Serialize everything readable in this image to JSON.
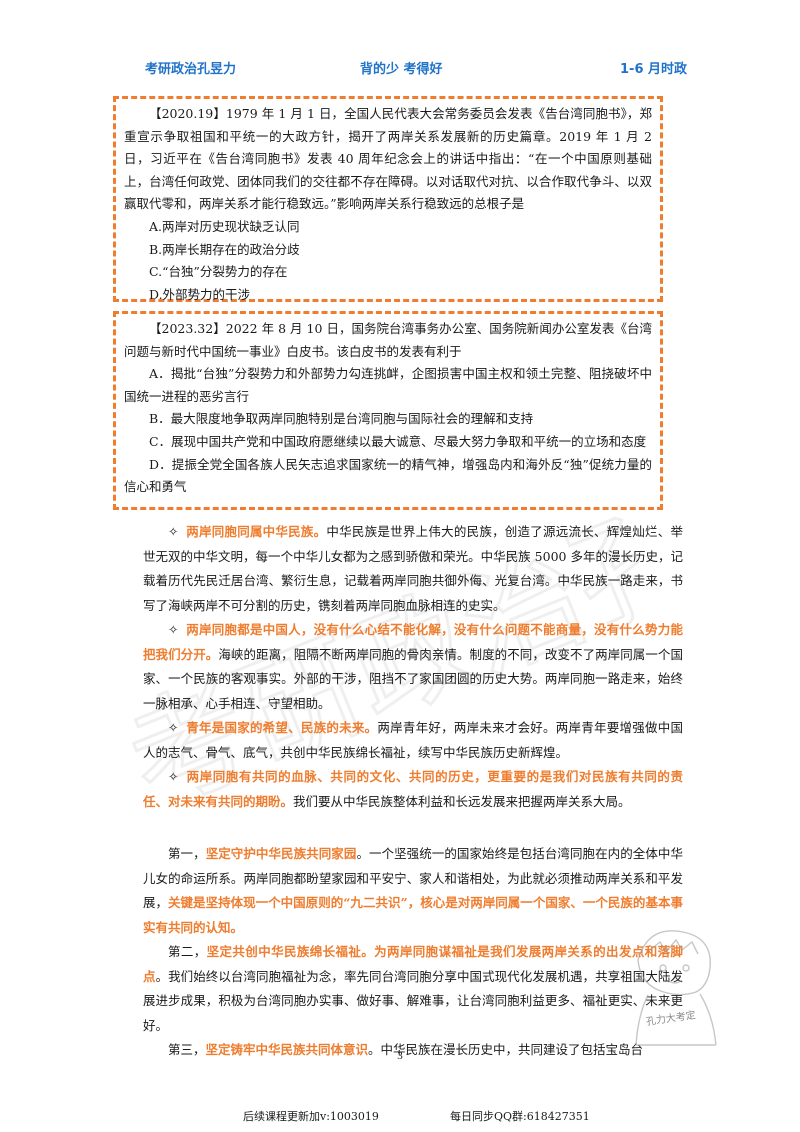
{
  "header": {
    "left": "考研政治孔昱力",
    "center": "背的少 考得好",
    "right": "1-6 月时政"
  },
  "q1": {
    "stem": "【2020.19】1979 年 1 月 1 日，全国人民代表大会常务委员会发表《告台湾同胞书》，郑重宣示争取祖国和平统一的大政方针，揭开了两岸关系发展新的历史篇章。2019 年 1 月 2 日，习近平在《告台湾同胞书》发表 40 周年纪念会上的讲话中指出：“在一个中国原则基础上，台湾任何政党、团体同我们的交往都不存在障碍。以对话取代对抗、以合作取代争斗、以双赢取代零和，两岸关系才能行稳致远。”影响两岸关系行稳致远的总根子是",
    "options": [
      "A.两岸对历史现状缺乏认同",
      "B.两岸长期存在的政治分歧",
      "C.“台独”分裂势力的存在",
      "D.外部势力的干涉"
    ]
  },
  "q2": {
    "stem": "【2023.32】2022 年 8 月 10 日，国务院台湾事务办公室、国务院新闻办公室发表《台湾问题与新时代中国统一事业》白皮书。该白皮书的发表有利于",
    "options": [
      "A．揭批“台独”分裂势力和外部势力勾连挑衅，企图损害中国主权和领土完整、阻挠破坏中国统一进程的恶劣言行",
      "B．最大限度地争取两岸同胞特别是台湾同胞与国际社会的理解和支持",
      "C．展现中国共产党和中国政府愿继续以最大诚意、尽最大努力争取和平统一的立场和态度",
      "D．提振全党全国各族人民矢志追求国家统一的精气神，增强岛内和海外反“独”促统力量的信心和勇气"
    ]
  },
  "points": [
    {
      "symbol": "✧",
      "highlight": "两岸同胞同属中华民族。",
      "text": "中华民族是世界上伟大的民族，创造了源远流长、辉煌灿烂、举世无双的中华文明，每一个中华儿女都为之感到骄傲和荣光。中华民族 5000 多年的漫长历史，记载着历代先民迁居台湾、繁衍生息，记载着两岸同胞共御外侮、光复台湾。中华民族一路走来，书写了海峡两岸不可分割的历史，镌刻着两岸同胞血脉相连的史实。"
    },
    {
      "symbol": "✧",
      "highlight": "两岸同胞都是中国人，没有什么心结不能化解，没有什么问题不能商量，没有什么势力能把我们分开。",
      "text": "海峡的距离，阻隔不断两岸同胞的骨肉亲情。制度的不同，改变不了两岸同属一个国家、一个民族的客观事实。外部的干涉，阻挡不了家国团圆的历史大势。两岸同胞一路走来，始终一脉相承、心手相连、守望相助。"
    },
    {
      "symbol": "✧",
      "highlight": "青年是国家的希望、民族的未来。",
      "text": "两岸青年好，两岸未来才会好。两岸青年要增强做中国人的志气、骨气、底气，共创中华民族绵长福祉，续写中华民族历史新辉煌。"
    },
    {
      "symbol": "✧",
      "highlight": "两岸同胞有共同的血脉、共同的文化、共同的历史，更重要的是我们对民族有共同的责任、对未来有共同的期盼。",
      "text": "我们要从中华民族整体利益和长远发展来把握两岸关系大局。"
    }
  ],
  "pillars": {
    "p1_prefix": "第一，",
    "p1_hl": "坚定守护中华民族共同家园",
    "p1_text": "。一个坚强统一的国家始终是包括台湾同胞在内的全体中华儿女的命运所系。两岸同胞都盼望家园和平安宁、家人和谐相处，为此就必须推动两岸关系和平发展，",
    "p1_hl2": "关键是坚持体现一个中国原则的“九二共识”，核心是对两岸同属一个国家、一个民族的基本事实有共同的认知。",
    "p2_prefix": "第二，",
    "p2_hl": "坚定共创中华民族绵长福祉。为两岸同胞谋福祉是我们发展两岸关系的出发点和落脚点",
    "p2_text": "。我们始终以台湾同胞福祉为念，率先同台湾同胞分享中国式现代化发展机遇，共享祖国大陆发展进步成果，积极为台湾同胞办实事、做好事、解难事，让台湾同胞利益更多、福祉更实、未来更好。",
    "p3_prefix": "第三，",
    "p3_hl": "坚定铸牢中华民族共同体意识",
    "p3_text": "。中华民族在漫长历史中，共同建设了包括宝岛台"
  },
  "page_number": "3",
  "footer": {
    "left": "后续课程更新加v:1003019",
    "right": "每日同步QQ群:618427351"
  },
  "watermark": "考研政治孔昱力",
  "mascot_text": "孔力大考定",
  "colors": {
    "header": "#1f73c9",
    "accent": "#ef7d2f"
  }
}
